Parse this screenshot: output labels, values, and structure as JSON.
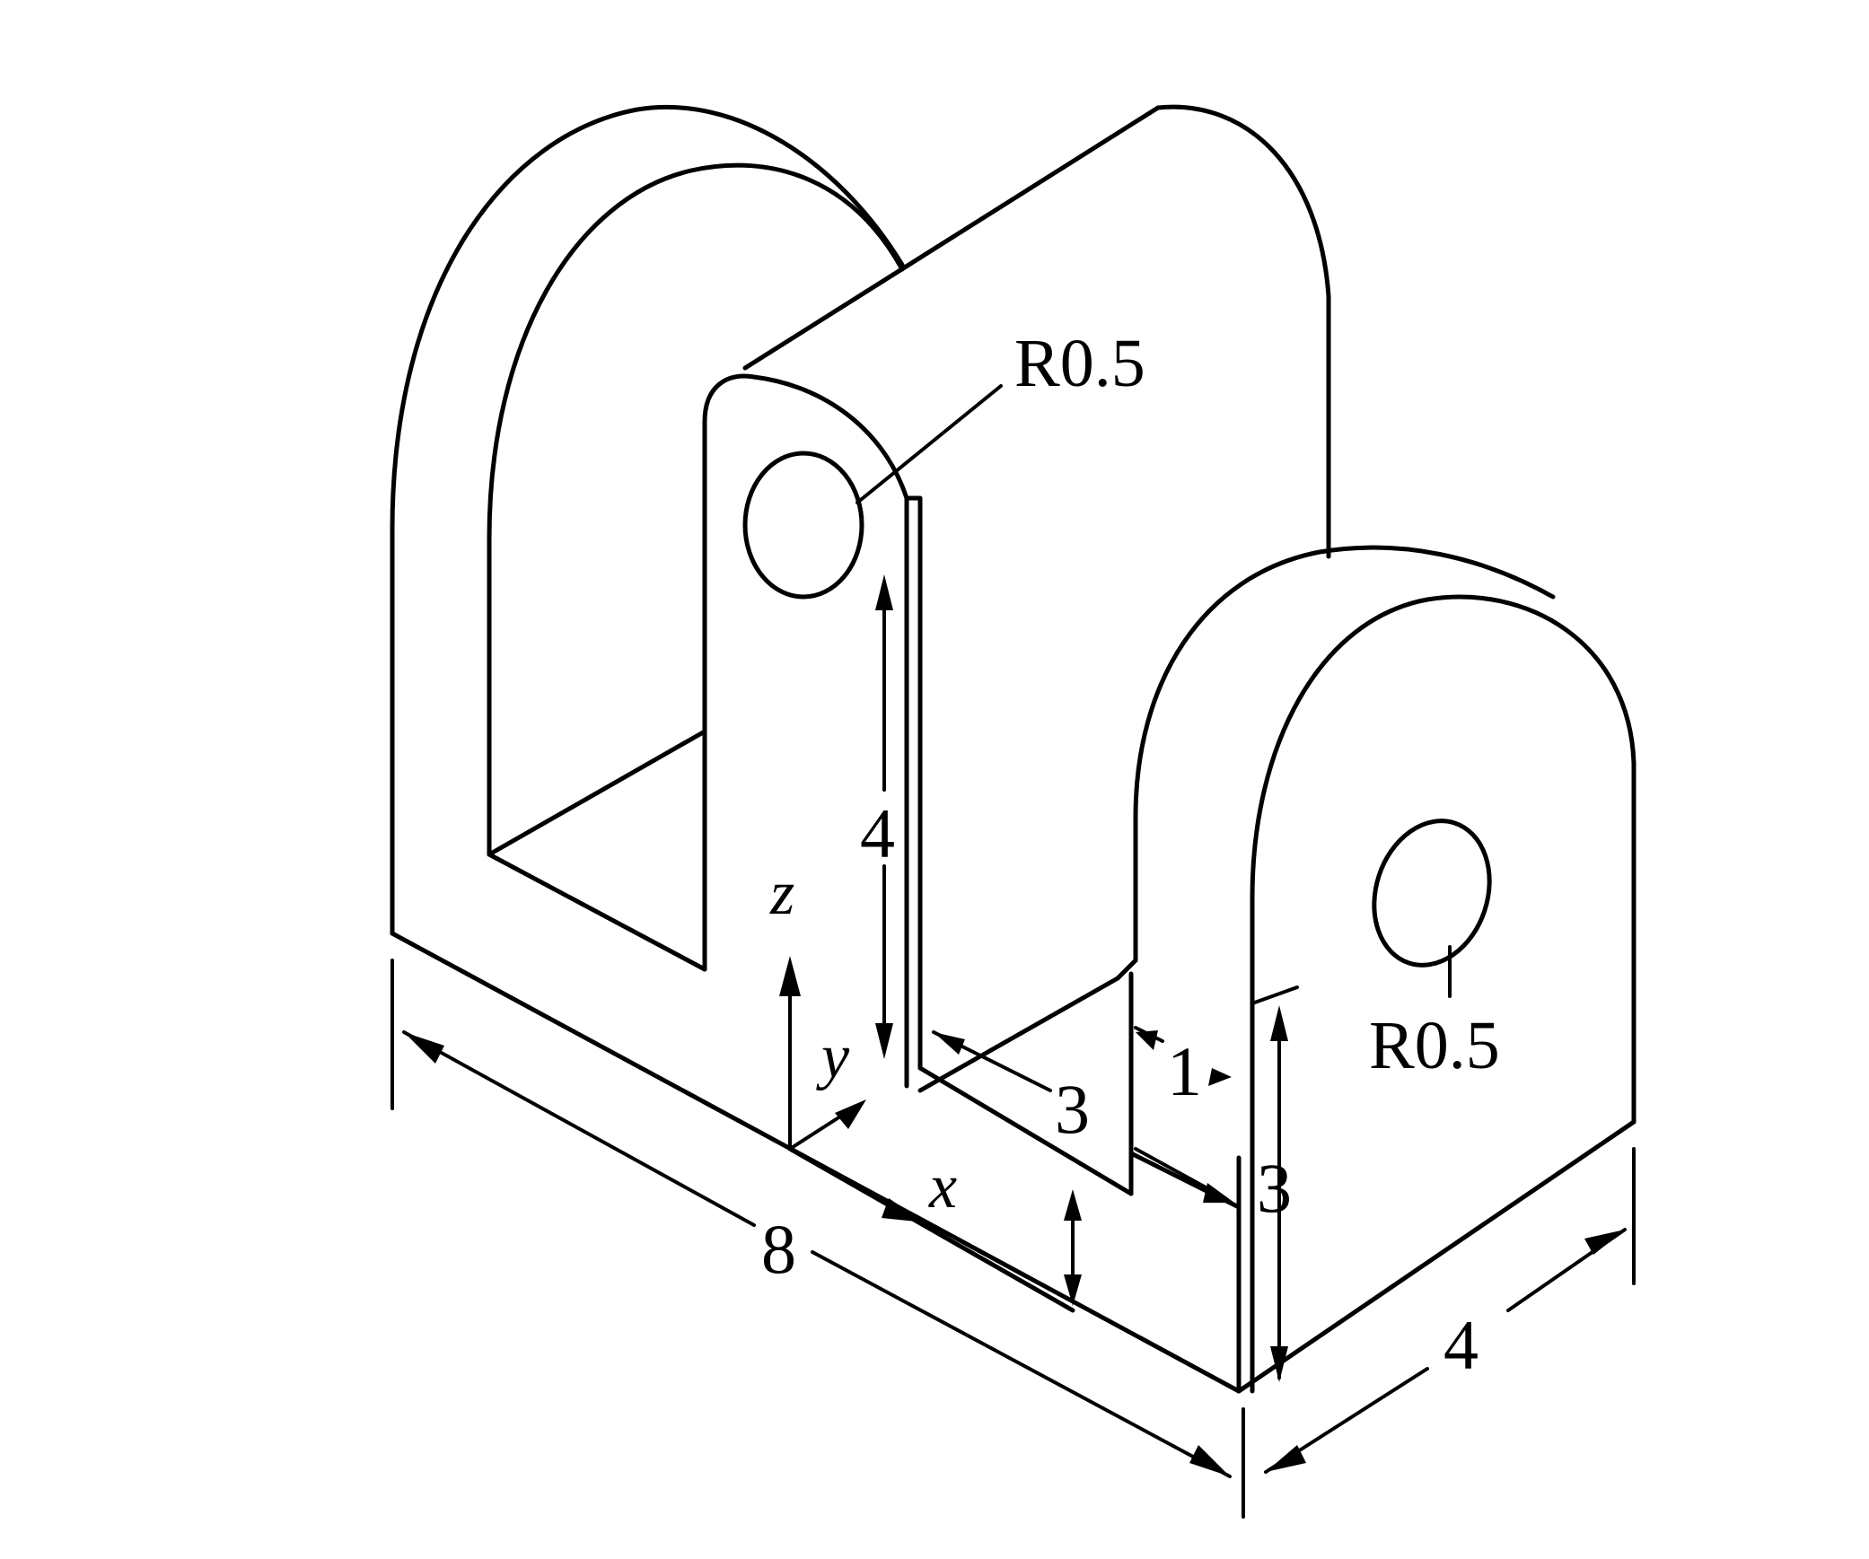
{
  "figure": {
    "dimensions": {
      "length_label": "8",
      "depth_label": "4",
      "hole_height_label": "4",
      "slot_width_label": "3",
      "wall_thickness_label": "1",
      "base_height_label": "3"
    },
    "radius_labels": {
      "left_hole": "R0.5",
      "right_hole": "R0.5"
    },
    "axes": {
      "x": "x",
      "y": "y",
      "z": "z"
    }
  }
}
